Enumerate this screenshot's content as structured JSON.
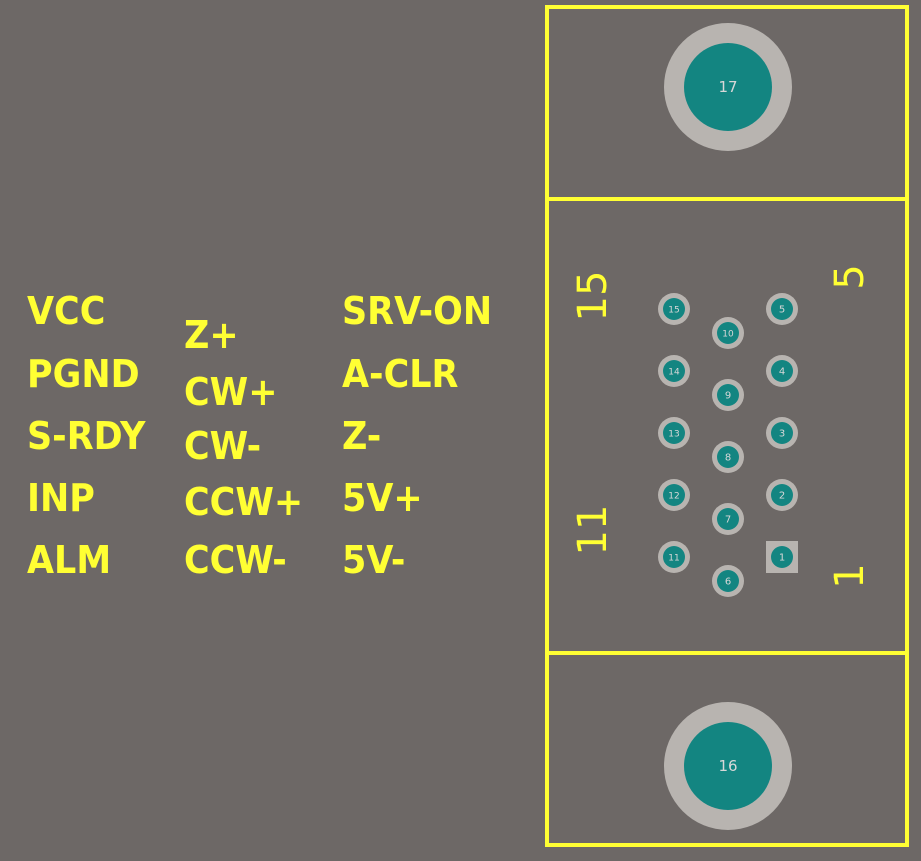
{
  "signal_labels": {
    "left": [
      "VCC",
      "PGND",
      "S-RDY",
      "INP",
      "ALM"
    ],
    "middle": [
      "Z+",
      "CW+",
      "CW-",
      "CCW+",
      "CCW-"
    ],
    "right": [
      "SRV-ON",
      "A-CLR",
      "Z-",
      "5V+",
      "5V-"
    ]
  },
  "connector": {
    "pins": [
      {
        "id": "1",
        "shape": "square"
      },
      {
        "id": "2",
        "shape": "round"
      },
      {
        "id": "3",
        "shape": "round"
      },
      {
        "id": "4",
        "shape": "round"
      },
      {
        "id": "5",
        "shape": "round"
      },
      {
        "id": "6",
        "shape": "round"
      },
      {
        "id": "7",
        "shape": "round"
      },
      {
        "id": "8",
        "shape": "round"
      },
      {
        "id": "9",
        "shape": "round"
      },
      {
        "id": "10",
        "shape": "round"
      },
      {
        "id": "11",
        "shape": "round"
      },
      {
        "id": "12",
        "shape": "round"
      },
      {
        "id": "13",
        "shape": "round"
      },
      {
        "id": "14",
        "shape": "round"
      },
      {
        "id": "15",
        "shape": "round"
      }
    ],
    "mounting_holes": [
      "17",
      "16"
    ],
    "silkscreen_numbers": [
      "15",
      "5",
      "11",
      "1"
    ]
  },
  "colors": {
    "board": "#6d6866",
    "silkscreen": "#ffff33",
    "pad_ring": "#b8b4b0",
    "pad_core": "#138581",
    "pad_text": "#d8d8d8"
  }
}
